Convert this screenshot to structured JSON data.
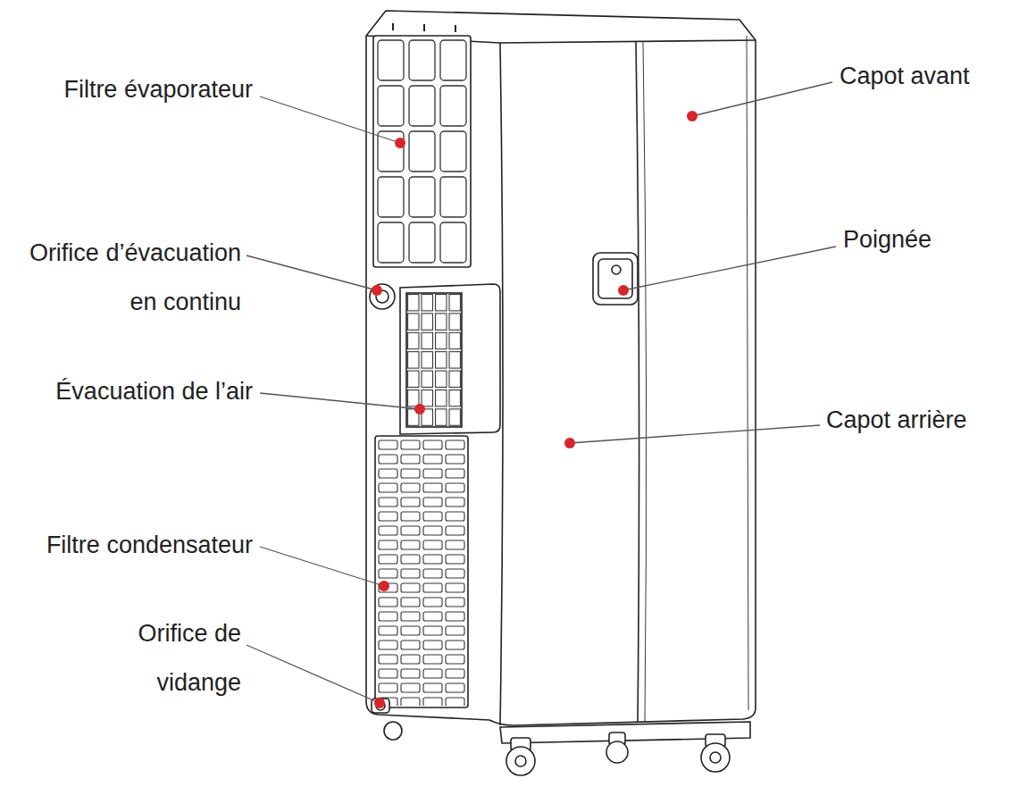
{
  "diagram": {
    "labels": [
      "Filtre évaporateur",
      "Orifice d’évacuation en continu",
      "Évacuation de l’air",
      "Filtre condensateur",
      "Orifice de vidange",
      "Capot avant",
      "Poignée",
      "Capot arrière"
    ]
  }
}
